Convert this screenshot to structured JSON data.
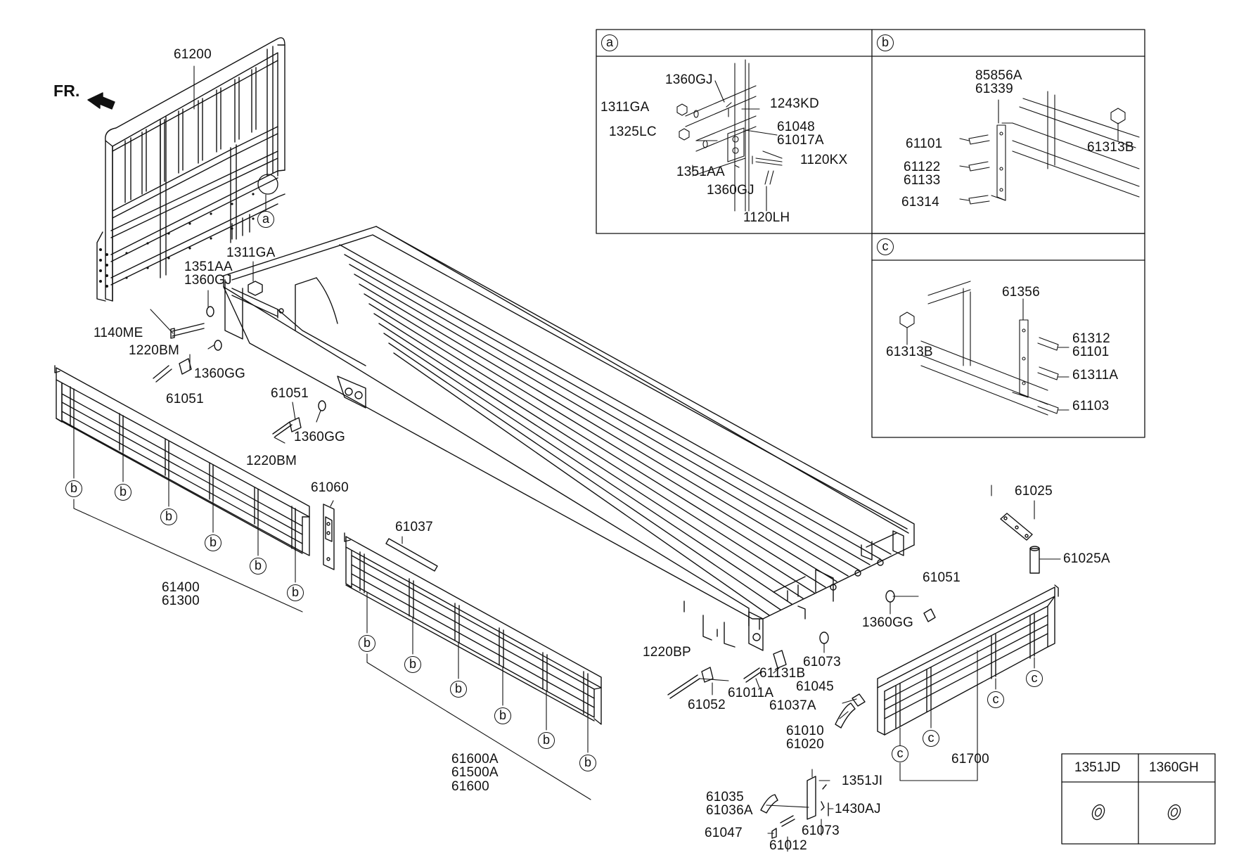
{
  "direction_marker": "FR.",
  "callouts": {
    "headboard": "61200",
    "head_bolts": [
      "1311GA",
      "1351AA\n1360GJ",
      "1140ME",
      "1220BM",
      "1360GG",
      "61051"
    ],
    "mid_bolts": [
      "61051",
      "1360GG",
      "1220BM"
    ],
    "rear_left_gate": "61400\n61300",
    "latch": "61060",
    "middle_gate_bar": "61037",
    "middle_gate": "61600A\n61500A\n61600",
    "rear_gate": "61700",
    "rear_hinge": "61025",
    "rear_hinge_pin": "61025A",
    "rear_bolts": [
      "61051",
      "1360GG",
      "61073",
      "1220BP",
      "61052",
      "61011A",
      "61131B",
      "61045",
      "61037A"
    ],
    "lock_group": [
      "61010\n61020",
      "1351JI",
      "61035\n61036A",
      "1430AJ",
      "61047",
      "61012",
      "61073"
    ]
  },
  "insets": {
    "a": {
      "letter": "a",
      "labels": [
        "1360GJ",
        "1311GA",
        "1243KD",
        "1325LC",
        "61048\n61017A",
        "1351AA",
        "1120KX",
        "1360GJ",
        "1120LH"
      ]
    },
    "b": {
      "letter": "b",
      "labels": [
        "85856A\n61339",
        "61101",
        "61313B",
        "61122\n61133",
        "61314"
      ]
    },
    "c": {
      "letter": "c",
      "labels": [
        "61356",
        "61313B",
        "61312\n61101",
        "61311A",
        "61103"
      ]
    }
  },
  "ref_letters": {
    "a": "a",
    "b": "b",
    "c": "c"
  },
  "legend_table": {
    "headers": [
      "1351JD",
      "1360GH"
    ]
  }
}
